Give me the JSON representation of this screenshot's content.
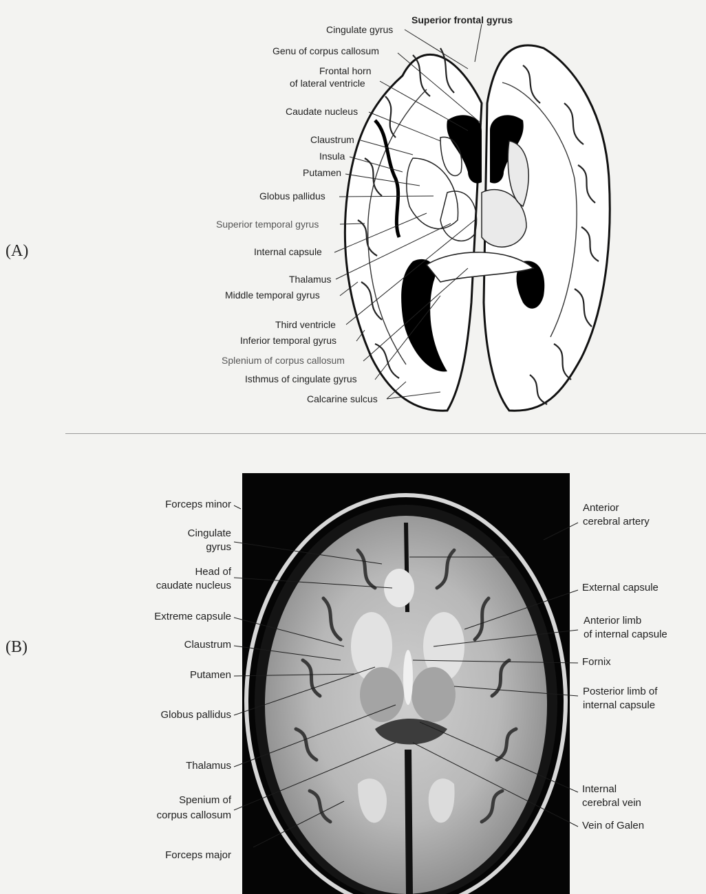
{
  "panel_a": {
    "letter": "(A)",
    "labels": {
      "superior_frontal_gyrus": "Superior frontal gyrus",
      "cingulate_gyrus": "Cingulate gyrus",
      "genu_corpus_callosum": "Genu of corpus callosum",
      "frontal_horn_1": "Frontal horn",
      "frontal_horn_2": "of lateral ventricle",
      "caudate_nucleus": "Caudate nucleus",
      "claustrum": "Claustrum",
      "insula": "Insula",
      "putamen": "Putamen",
      "globus_pallidus": "Globus pallidus",
      "superior_temporal_gyrus": "Superior temporal gyrus",
      "internal_capsule": "Internal capsule",
      "thalamus": "Thalamus",
      "middle_temporal_gyrus": "Middle temporal gyrus",
      "third_ventricle": "Third ventricle",
      "inferior_temporal_gyrus": "Inferior temporal gyrus",
      "splenium": "Splenium of corpus callosum",
      "isthmus": "Isthmus of cingulate gyrus",
      "calcarine_sulcus": "Calcarine sulcus"
    }
  },
  "panel_b": {
    "letter": "(B)",
    "left_labels": {
      "forceps_minor": "Forceps minor",
      "cingulate_1": "Cingulate",
      "cingulate_2": "gyrus",
      "head_caudate_1": "Head of",
      "head_caudate_2": "caudate nucleus",
      "extreme_capsule": "Extreme capsule",
      "claustrum": "Claustrum",
      "putamen": "Putamen",
      "globus_pallidus": "Globus pallidus",
      "thalamus": "Thalamus",
      "spenium_1": "Spenium of",
      "spenium_2": "corpus callosum",
      "forceps_major": "Forceps major"
    },
    "right_labels": {
      "aca_1": "Anterior",
      "aca_2": "cerebral artery",
      "external_capsule": "External capsule",
      "anterior_limb_1": "Anterior limb",
      "anterior_limb_2": "of internal capsule",
      "fornix": "Fornix",
      "posterior_limb_1": "Posterior limb of",
      "posterior_limb_2": "internal capsule",
      "icv_1": "Internal",
      "icv_2": "cerebral vein",
      "vein_galen": "Vein of Galen"
    }
  }
}
